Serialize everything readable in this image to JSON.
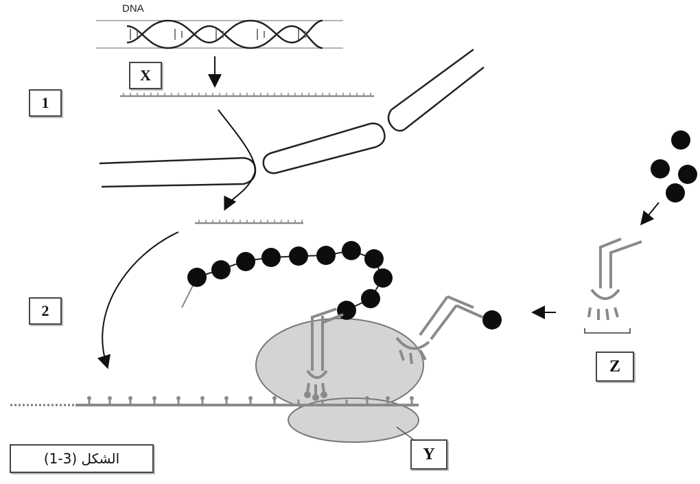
{
  "labels": {
    "dna": "DNA",
    "x": "X",
    "y": "Y",
    "z": "Z",
    "step1": "1",
    "step2": "2",
    "caption": "الشكل (3-1)"
  },
  "colors": {
    "strand": "#8a8a8a",
    "ribosome": "#d4d4d4",
    "amino_acid": "#0d0d0d",
    "outline": "#444444"
  }
}
